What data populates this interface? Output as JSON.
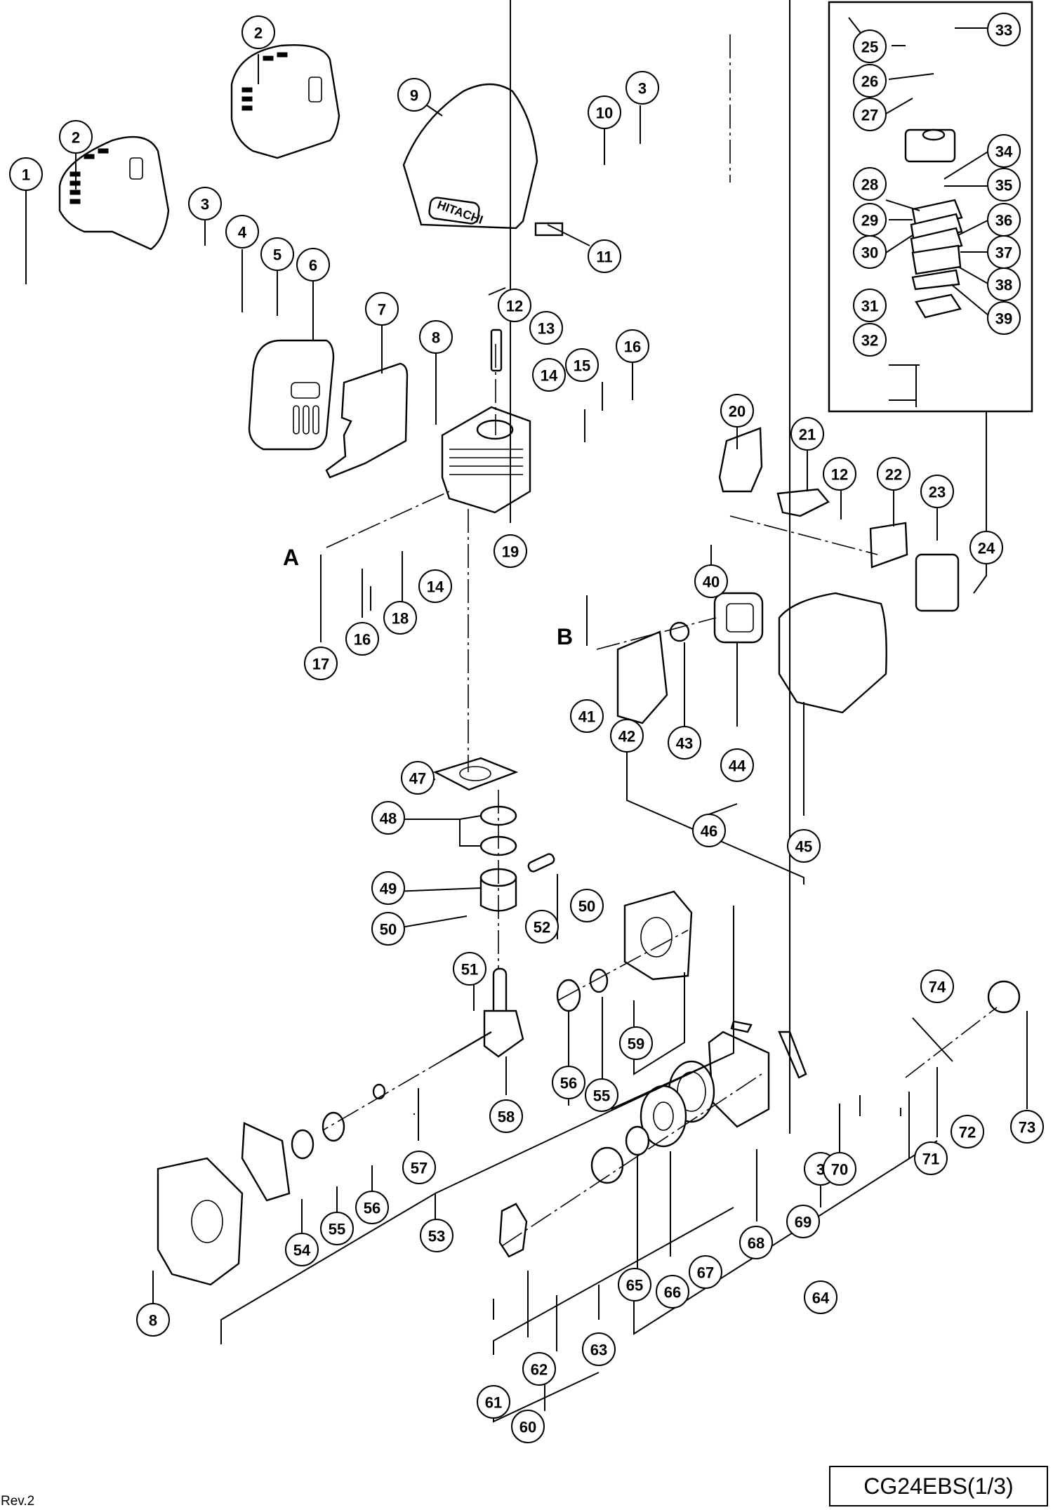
{
  "document": {
    "model_page": "CG24EBS(1/3)",
    "revision": "Rev.2",
    "brand_on_part": "HITACHI"
  },
  "reference_letters": [
    "A",
    "B"
  ],
  "callouts": [
    {
      "id": "c1",
      "label": "1"
    },
    {
      "id": "c2a",
      "label": "2"
    },
    {
      "id": "c2b",
      "label": "2"
    },
    {
      "id": "c3a",
      "label": "3"
    },
    {
      "id": "c3b",
      "label": "3"
    },
    {
      "id": "c3c",
      "label": "3"
    },
    {
      "id": "c4",
      "label": "4"
    },
    {
      "id": "c5",
      "label": "5"
    },
    {
      "id": "c6",
      "label": "6"
    },
    {
      "id": "c7",
      "label": "7"
    },
    {
      "id": "c8a",
      "label": "8"
    },
    {
      "id": "c8b",
      "label": "8"
    },
    {
      "id": "c9",
      "label": "9"
    },
    {
      "id": "c10",
      "label": "10"
    },
    {
      "id": "c11",
      "label": "11"
    },
    {
      "id": "c12a",
      "label": "12"
    },
    {
      "id": "c12b",
      "label": "12"
    },
    {
      "id": "c13",
      "label": "13"
    },
    {
      "id": "c14a",
      "label": "14"
    },
    {
      "id": "c14b",
      "label": "14"
    },
    {
      "id": "c15",
      "label": "15"
    },
    {
      "id": "c16a",
      "label": "16"
    },
    {
      "id": "c16b",
      "label": "16"
    },
    {
      "id": "c17",
      "label": "17"
    },
    {
      "id": "c18",
      "label": "18"
    },
    {
      "id": "c19",
      "label": "19"
    },
    {
      "id": "c20",
      "label": "20"
    },
    {
      "id": "c21",
      "label": "21"
    },
    {
      "id": "c22",
      "label": "22"
    },
    {
      "id": "c23",
      "label": "23"
    },
    {
      "id": "c24",
      "label": "24"
    },
    {
      "id": "c25",
      "label": "25"
    },
    {
      "id": "c26",
      "label": "26"
    },
    {
      "id": "c27",
      "label": "27"
    },
    {
      "id": "c28",
      "label": "28"
    },
    {
      "id": "c29",
      "label": "29"
    },
    {
      "id": "c30",
      "label": "30"
    },
    {
      "id": "c31",
      "label": "31"
    },
    {
      "id": "c32",
      "label": "32"
    },
    {
      "id": "c33",
      "label": "33"
    },
    {
      "id": "c34",
      "label": "34"
    },
    {
      "id": "c35",
      "label": "35"
    },
    {
      "id": "c36",
      "label": "36"
    },
    {
      "id": "c37",
      "label": "37"
    },
    {
      "id": "c38",
      "label": "38"
    },
    {
      "id": "c39",
      "label": "39"
    },
    {
      "id": "c40",
      "label": "40"
    },
    {
      "id": "c41",
      "label": "41"
    },
    {
      "id": "c42",
      "label": "42"
    },
    {
      "id": "c43",
      "label": "43"
    },
    {
      "id": "c44",
      "label": "44"
    },
    {
      "id": "c45",
      "label": "45"
    },
    {
      "id": "c46",
      "label": "46"
    },
    {
      "id": "c47",
      "label": "47"
    },
    {
      "id": "c48",
      "label": "48"
    },
    {
      "id": "c49",
      "label": "49"
    },
    {
      "id": "c50a",
      "label": "50"
    },
    {
      "id": "c50b",
      "label": "50"
    },
    {
      "id": "c51",
      "label": "51"
    },
    {
      "id": "c52",
      "label": "52"
    },
    {
      "id": "c53",
      "label": "53"
    },
    {
      "id": "c54",
      "label": "54"
    },
    {
      "id": "c55a",
      "label": "55"
    },
    {
      "id": "c55b",
      "label": "55"
    },
    {
      "id": "c56a",
      "label": "56"
    },
    {
      "id": "c56b",
      "label": "56"
    },
    {
      "id": "c57",
      "label": "57"
    },
    {
      "id": "c58",
      "label": "58"
    },
    {
      "id": "c59",
      "label": "59"
    },
    {
      "id": "c60",
      "label": "60"
    },
    {
      "id": "c61",
      "label": "61"
    },
    {
      "id": "c62",
      "label": "62"
    },
    {
      "id": "c63",
      "label": "63"
    },
    {
      "id": "c64",
      "label": "64"
    },
    {
      "id": "c65",
      "label": "65"
    },
    {
      "id": "c66",
      "label": "66"
    },
    {
      "id": "c67",
      "label": "67"
    },
    {
      "id": "c68",
      "label": "68"
    },
    {
      "id": "c69",
      "label": "69"
    },
    {
      "id": "c70",
      "label": "70"
    },
    {
      "id": "c71",
      "label": "71"
    },
    {
      "id": "c72",
      "label": "72"
    },
    {
      "id": "c73",
      "label": "73"
    },
    {
      "id": "c74",
      "label": "74"
    }
  ]
}
